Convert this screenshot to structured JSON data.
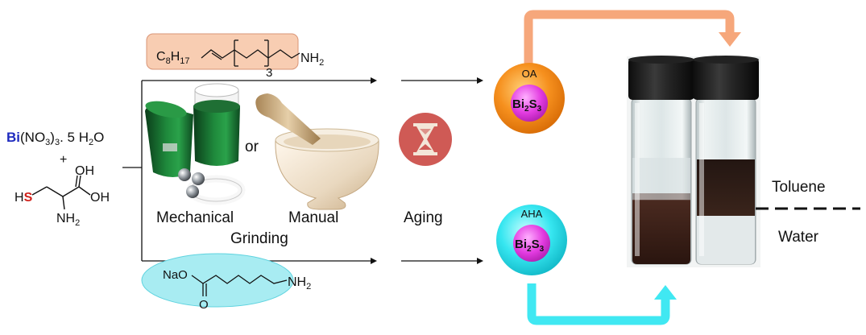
{
  "precursor": {
    "bi_symbol": "Bi",
    "bi_rest": "(NO",
    "bi_sub1": "3",
    "bi_close": ")",
    "bi_sub2": "3",
    "bi_tail": ". 5 H",
    "bi_sub3": "2",
    "bi_o": "O",
    "plus": "+",
    "oh_top": "OH",
    "oh_side": "OH",
    "hs_h": "H",
    "hs_s": "S",
    "nh2_n": "NH",
    "nh2_sub": "2"
  },
  "top_ligand": {
    "c": "C",
    "c_sub": "8",
    "h": "H",
    "h_sub": "17",
    "repeat": "3",
    "nh": "NH",
    "nh_sub": "2"
  },
  "bottom_ligand": {
    "na": "NaO",
    "o": "O",
    "nh": "NH",
    "nh_sub": "2"
  },
  "labels": {
    "or": "or",
    "mechanical": "Mechanical",
    "manual": "Manual",
    "grinding": "Grinding",
    "aging": "Aging",
    "toluene": "Toluene",
    "water": "Water"
  },
  "particles": {
    "top_tag": "OA",
    "bottom_tag": "AHA",
    "core_b": "Bi",
    "core_s1": "2",
    "core_s": "S",
    "core_s2": "3"
  },
  "colors": {
    "bi_blue": "#1f2bbf",
    "s_red": "#d0201a",
    "oa_orange": "#f6901e",
    "aha_cyan": "#36e6f0",
    "core_magenta": "#e23be0",
    "top_arrow": "#f6a77b",
    "bottom_arrow": "#40e8f2",
    "oleyl_box": "#f8cdb2",
    "aha_ellipse": "#a8ecf2",
    "hourglass_bg": "#cf5a55"
  }
}
